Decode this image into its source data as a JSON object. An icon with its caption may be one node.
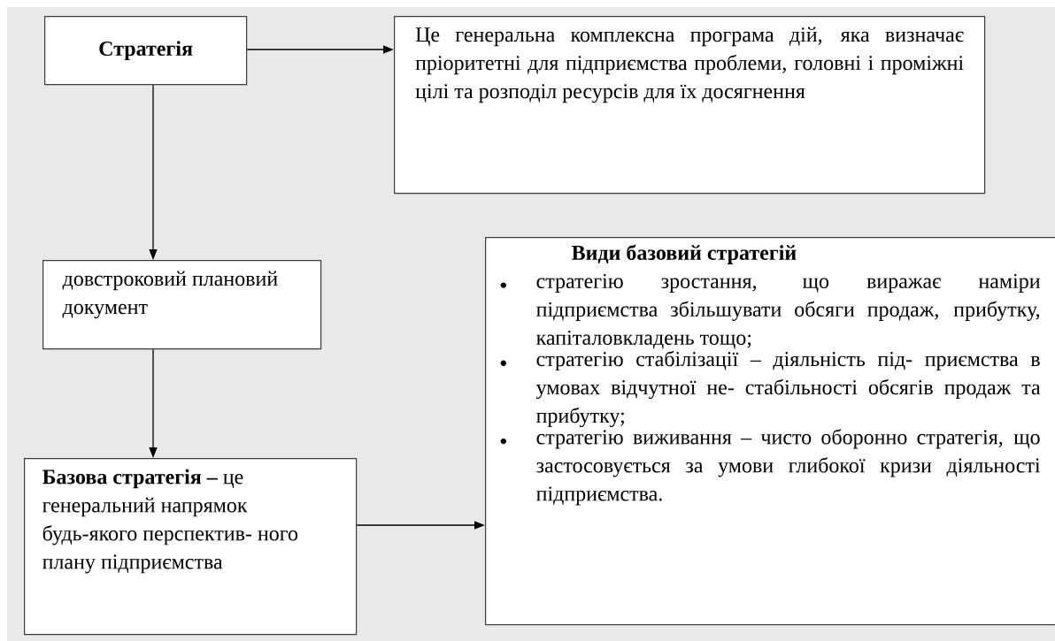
{
  "diagram": {
    "nodes": [
      {
        "text": [
          "Стратегія"
        ]
      },
      {
        "text": [
          "Це генеральна комплексна програма дій, яка визначає пріоритетні для підприємства проблеми, головні і проміжні цілі та розподіл ресурсів для їх досягнення"
        ]
      },
      {
        "text": [
          "довстроковий плановий документ"
        ]
      },
      {
        "text": [
          "**Базова стратегія –** це генеральний напрямок будь-якого перспектив- ного плану підприємства"
        ]
      },
      {
        "text": [
          "Види базовий стратегій",
          "стратегію зростання, що виражає наміри підприємства збільшувати обсяги продаж, прибутку, капіталовкладень тощо;",
          "стратегію стабілізації – діяльність під- приємства в умовах відчутної не- стабільності обсягів продаж та прибутку;",
          "стратегію виживання – чисто оборонно стратегія, що застосовується за умови глибокої кризи діяльності підприємства."
        ]
      }
    ],
    "edges": [
      {
        "from": 0,
        "to": 1,
        "arrow": "to"
      },
      {
        "from": 0,
        "to": 2,
        "arrow": "to"
      },
      {
        "from": 2,
        "to": 3,
        "arrow": "to"
      },
      {
        "from": 3,
        "to": 4,
        "arrow": "to"
      }
    ]
  }
}
